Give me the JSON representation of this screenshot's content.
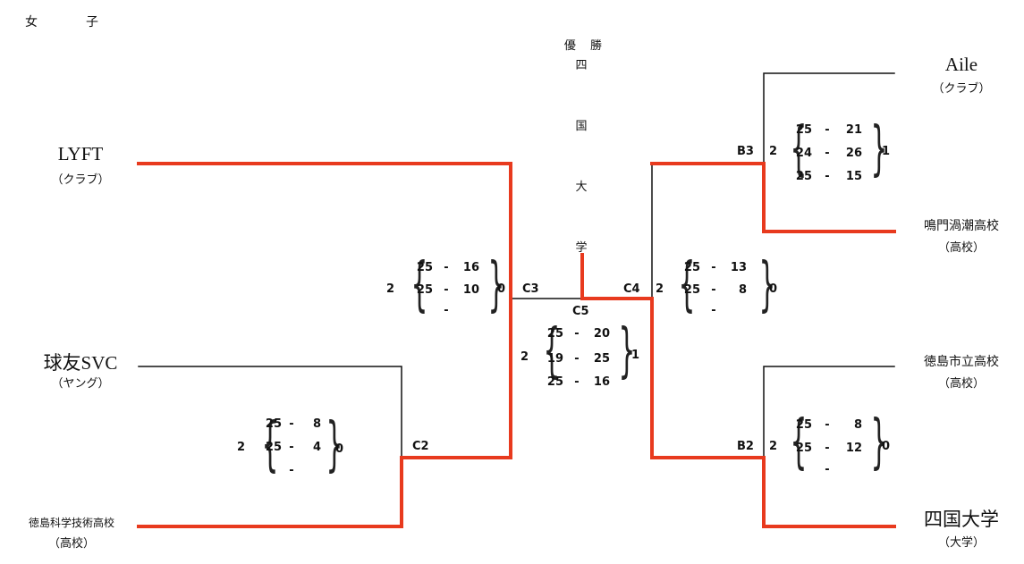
{
  "title": "女　子",
  "champion": {
    "label": "優 勝",
    "chars": [
      "四",
      "国",
      "大",
      "学"
    ]
  },
  "colors": {
    "winner": "#e83a1e",
    "line": "#111111"
  },
  "teams": {
    "lyft": {
      "name": "LYFT",
      "category": "（クラブ）"
    },
    "kyuyu": {
      "name": "球友SVC",
      "category": "（ヤング）"
    },
    "tokushima_kagaku": {
      "name": "徳島科学技術高校",
      "category": "（高校）"
    },
    "aile": {
      "name": "Aile",
      "category": "（クラブ）"
    },
    "naruto": {
      "name": "鳴門渦潮高校",
      "category": "（高校）"
    },
    "tokushima_shiritsu": {
      "name": "徳島市立高校",
      "category": "（高校）"
    },
    "shikoku": {
      "name": "四国大学",
      "category": "（大学）"
    }
  },
  "matches": {
    "c2": {
      "code": "C2",
      "left_total": "2",
      "right_total": "0",
      "sets": [
        [
          "25",
          "8"
        ],
        [
          "25",
          "4"
        ],
        [
          "",
          ""
        ]
      ]
    },
    "c3": {
      "code": "C3",
      "left_total": "2",
      "right_total": "0",
      "sets": [
        [
          "25",
          "16"
        ],
        [
          "25",
          "10"
        ],
        [
          "",
          ""
        ]
      ]
    },
    "c5": {
      "code": "C5",
      "left_total": "2",
      "right_total": "1",
      "sets": [
        [
          "25",
          "20"
        ],
        [
          "19",
          "25"
        ],
        [
          "25",
          "16"
        ]
      ]
    },
    "c4": {
      "code": "C4",
      "left_total": "2",
      "right_total": "0",
      "sets": [
        [
          "25",
          "13"
        ],
        [
          "25",
          "8"
        ],
        [
          "",
          ""
        ]
      ]
    },
    "b3": {
      "code": "B3",
      "left_total": "2",
      "right_total": "1",
      "sets": [
        [
          "25",
          "21"
        ],
        [
          "24",
          "26"
        ],
        [
          "25",
          "15"
        ]
      ]
    },
    "b2": {
      "code": "B2",
      "left_total": "2",
      "right_total": "0",
      "sets": [
        [
          "25",
          "8"
        ],
        [
          "25",
          "12"
        ],
        [
          "",
          ""
        ]
      ]
    }
  }
}
